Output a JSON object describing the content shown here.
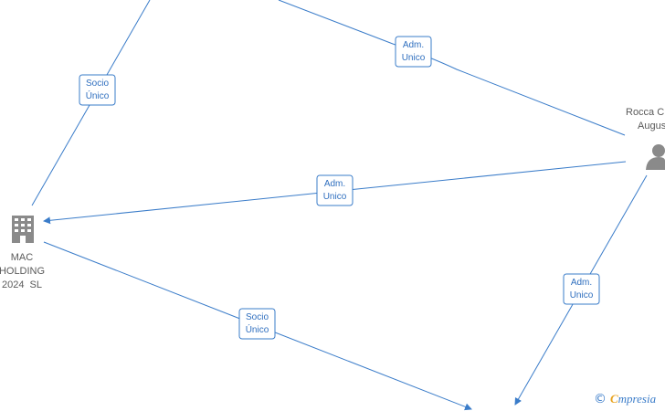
{
  "nodes": {
    "company": {
      "lines": [
        "MAC",
        "HOLDING",
        "2024  SL"
      ],
      "icon": "building-icon"
    },
    "person": {
      "lines": [
        "Rocca C",
        "Augus"
      ],
      "icon": "person-icon"
    }
  },
  "edges": {
    "top_socio": {
      "lines": [
        "Socio",
        "Único"
      ]
    },
    "top_adm": {
      "lines": [
        "Adm.",
        "Unico"
      ]
    },
    "mid_adm": {
      "lines": [
        "Adm.",
        "Unico"
      ]
    },
    "bottom_socio": {
      "lines": [
        "Socio",
        "Único"
      ]
    },
    "right_adm": {
      "lines": [
        "Adm.",
        "Unico"
      ]
    }
  },
  "watermark": {
    "copyright": "©",
    "brand_first": "C",
    "brand_rest": "mpresia"
  },
  "colors": {
    "edge": "#3a7cc9",
    "icon": "#8a8a8a",
    "brand_accent": "#e8a21c"
  }
}
